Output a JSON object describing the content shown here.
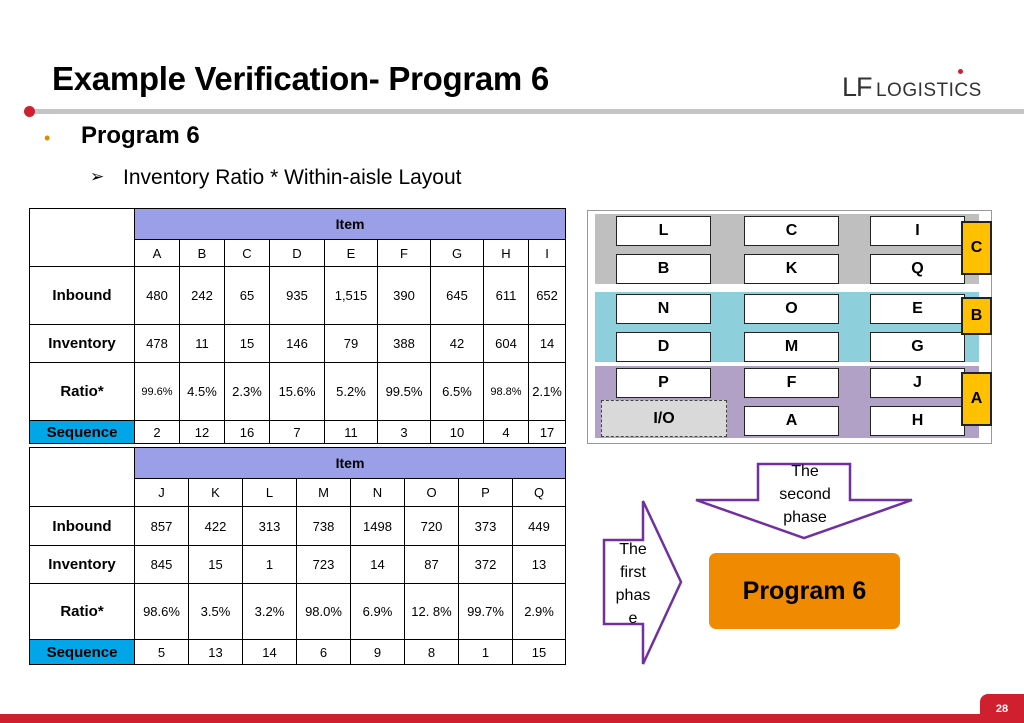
{
  "header": {
    "title": "Example Verification- Program 6",
    "logo_lf": "LF",
    "logo_text": "LOGISTICS"
  },
  "bullets": {
    "program": "Program 6",
    "sub": "Inventory Ratio * Within-aisle Layout"
  },
  "table1": {
    "item_header": "Item",
    "columns": [
      "A",
      "B",
      "C",
      "D",
      "E",
      "F",
      "G",
      "H",
      "I"
    ],
    "rows": [
      {
        "label": "Inbound",
        "values": [
          "480",
          "242",
          "65",
          "935",
          "1,515",
          "390",
          "645",
          "611",
          "652"
        ]
      },
      {
        "label": "Inventory",
        "values": [
          "478",
          "11",
          "15",
          "146",
          "79",
          "388",
          "42",
          "604",
          "14"
        ]
      },
      {
        "label": "Ratio*",
        "values": [
          "99.6%",
          "4.5%",
          "2.3%",
          "15.6%",
          "5.2%",
          "99.5%",
          "6.5%",
          "98.8%",
          "2.1%"
        ]
      },
      {
        "label": "Sequence",
        "values": [
          "2",
          "12",
          "16",
          "7",
          "11",
          "3",
          "10",
          "4",
          "17"
        ]
      }
    ]
  },
  "table2": {
    "item_header": "Item",
    "columns": [
      "J",
      "K",
      "L",
      "M",
      "N",
      "O",
      "P",
      "Q"
    ],
    "rows": [
      {
        "label": "Inbound",
        "values": [
          "857",
          "422",
          "313",
          "738",
          "1498",
          "720",
          "373",
          "449"
        ]
      },
      {
        "label": "Inventory",
        "values": [
          "845",
          "15",
          "1",
          "723",
          "14",
          "87",
          "372",
          "13"
        ]
      },
      {
        "label": "Ratio*",
        "values": [
          "98.6%",
          "3.5%",
          "3.2%",
          "98.0%",
          "6.9%",
          "12. 8%",
          "99.7%",
          "2.9%"
        ]
      },
      {
        "label": "Sequence",
        "values": [
          "5",
          "13",
          "14",
          "6",
          "9",
          "8",
          "1",
          "15"
        ]
      }
    ]
  },
  "layout": {
    "rows": [
      [
        "L",
        "C",
        "I"
      ],
      [
        "B",
        "K",
        "Q"
      ],
      [
        "N",
        "O",
        "E"
      ],
      [
        "D",
        "M",
        "G"
      ],
      [
        "P",
        "F",
        "J"
      ],
      [
        "",
        "A",
        "H"
      ]
    ],
    "io_label": "I/O",
    "zone_labels": [
      "C",
      "B",
      "A"
    ],
    "zone_colors": [
      "#bfbfbf",
      "#8ecfdc",
      "#b2a1c7"
    ]
  },
  "arrows": {
    "second_phase": [
      "The",
      "second",
      "phase"
    ],
    "first_phase": [
      "The",
      "first",
      "phas",
      "e"
    ],
    "stroke_color": "#7030a0"
  },
  "program_box": "Program 6",
  "page_number": "28",
  "colors": {
    "brand_red": "#d0202f",
    "item_header": "#9b9fe7",
    "sequence": "#00a6e8",
    "zone_label": "#ffc000",
    "program_box": "#f08a00"
  }
}
